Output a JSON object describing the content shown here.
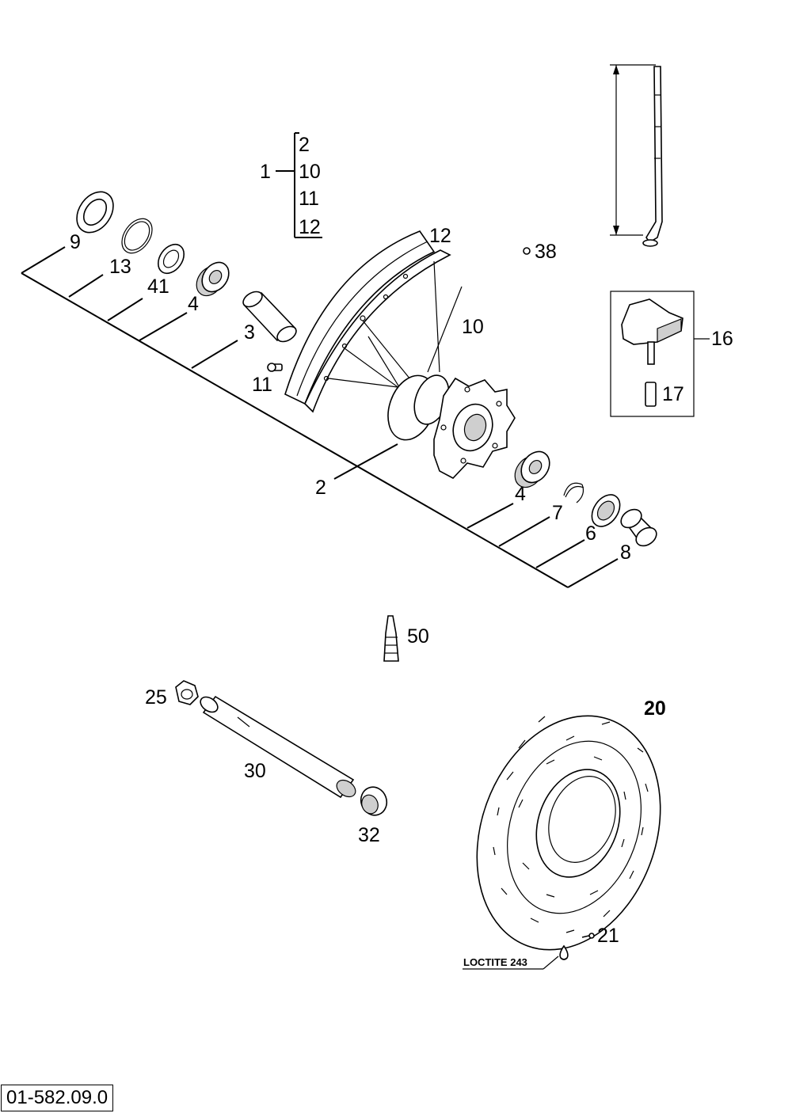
{
  "diagram": {
    "labels": {
      "l1": "1",
      "kit": [
        "2",
        "10",
        "11",
        "12"
      ],
      "l9": "9",
      "l13": "13",
      "l41": "41",
      "l4a": "4",
      "l3": "3",
      "l11": "11",
      "l12": "12",
      "l10": "10",
      "l38": "38",
      "l16": "16",
      "l17": "17",
      "l2": "2",
      "l4b": "4",
      "l7": "7",
      "l6": "6",
      "l8": "8",
      "l50": "50",
      "l25": "25",
      "l30": "30",
      "l32": "32",
      "l20": "20",
      "l21": "21"
    },
    "loctite_note": "LOCTITE 243",
    "reference_number": "01-582.09.0"
  }
}
